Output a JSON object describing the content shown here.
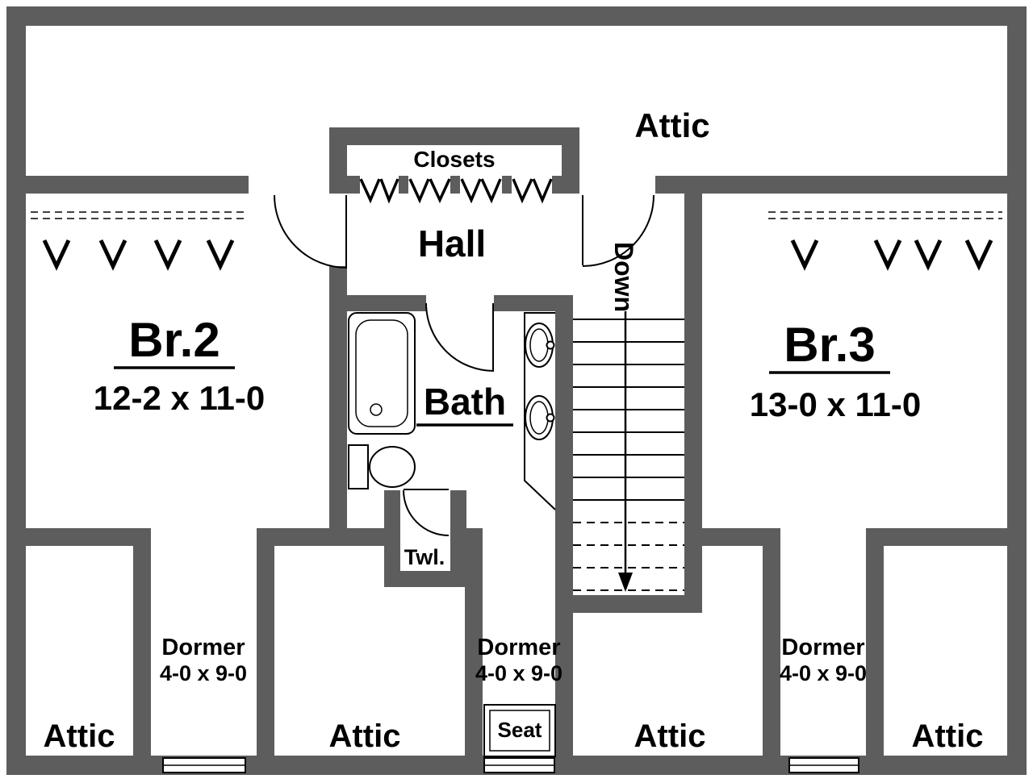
{
  "plan": {
    "attic_top": "Attic",
    "closets": "Closets",
    "hall": "Hall",
    "stairs": "Down",
    "bath": "Bath",
    "towel_closet": "Twl.",
    "window_seat": "Seat",
    "br2": {
      "name": "Br.2",
      "dims": "12-2 x 11-0"
    },
    "br3": {
      "name": "Br.3",
      "dims": "13-0 x 11-0"
    },
    "dormers": [
      {
        "name": "Dormer",
        "dims": "4-0 x 9-0"
      },
      {
        "name": "Dormer",
        "dims": "4-0 x 9-0"
      },
      {
        "name": "Dormer",
        "dims": "4-0 x 9-0"
      }
    ],
    "attic_bottom": [
      "Attic",
      "Attic",
      "Attic",
      "Attic"
    ]
  },
  "colors": {
    "wall": "#5d5d5d",
    "line": "#000000",
    "background": "#ffffff"
  }
}
